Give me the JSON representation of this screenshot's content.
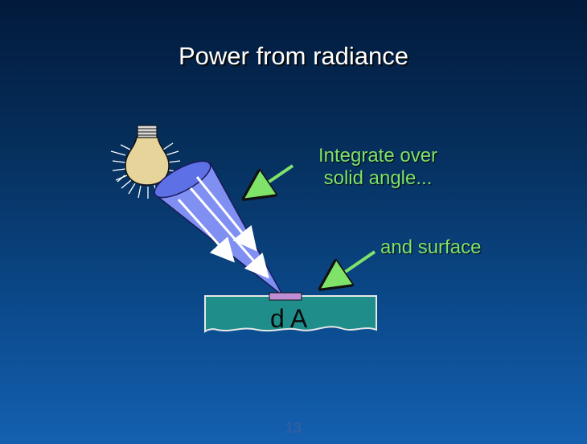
{
  "slide": {
    "title": "Power from radiance",
    "annotation_solid_angle": [
      "Integrate over",
      "solid angle..."
    ],
    "annotation_surface": "and surface",
    "area_label": "d A",
    "page_number": "13"
  },
  "colors": {
    "annotation_text": "#7fe36a",
    "cone_fill": "#7f8ff2",
    "surface_fill": "#1f8e8a",
    "patch_fill": "#c08ed6"
  },
  "icons": [
    "light-bulb-icon",
    "arrow-icon"
  ]
}
